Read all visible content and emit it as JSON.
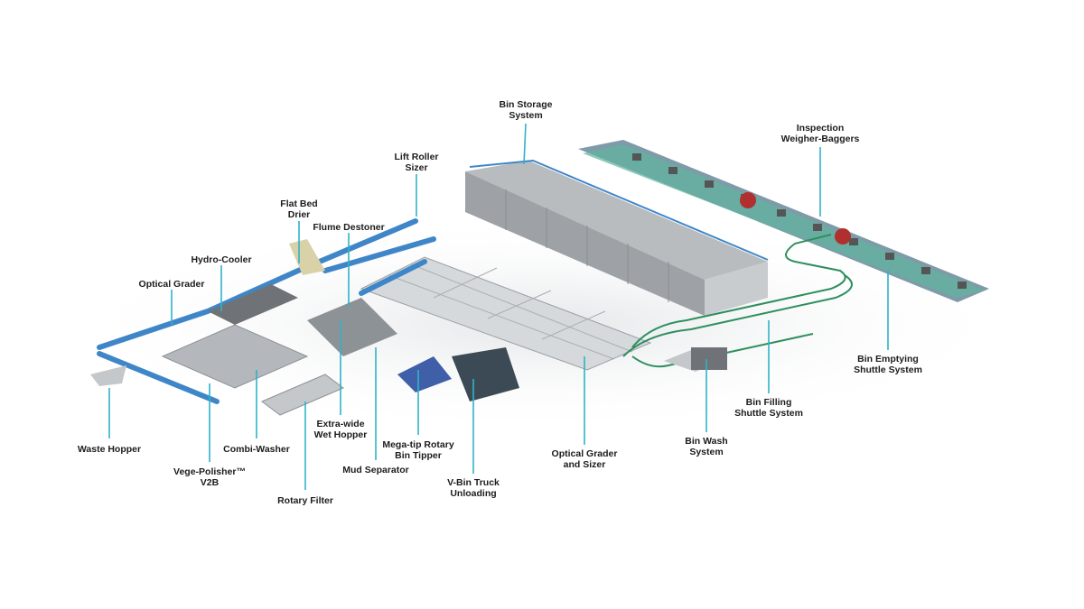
{
  "title": "Produce processing and packing plant layout",
  "colors": {
    "leader": "#2fb2c9",
    "conveyor": "#3f86c8",
    "rail": "#2e8f5e",
    "steel": "#9aa0a6"
  },
  "labels": {
    "bin_storage": [
      "Bin Storage",
      "System"
    ],
    "inspection": [
      "Inspection",
      "Weigher-Baggers"
    ],
    "lift_roller": [
      "Lift Roller",
      "Sizer"
    ],
    "flat_bed": [
      "Flat Bed",
      "Drier"
    ],
    "flume": [
      "Flume Destoner"
    ],
    "hydro": [
      "Hydro-Cooler"
    ],
    "optical_grader": [
      "Optical Grader"
    ],
    "waste_hopper": [
      "Waste Hopper"
    ],
    "vege_polisher": [
      "Vege-Polisher™",
      "V2B"
    ],
    "combi_washer": [
      "Combi-Washer"
    ],
    "rotary_filter": [
      "Rotary Filter"
    ],
    "wet_hopper": [
      "Extra-wide",
      "Wet Hopper"
    ],
    "mud_separator": [
      "Mud Separator"
    ],
    "bin_tipper": [
      "Mega-tip Rotary",
      "Bin Tipper"
    ],
    "vbin_truck": [
      "V-Bin Truck",
      "Unloading"
    ],
    "optical_sizer": [
      "Optical Grader",
      "and Sizer"
    ],
    "bin_wash": [
      "Bin Wash",
      "System"
    ],
    "bin_filling": [
      "Bin Filling",
      "Shuttle System"
    ],
    "bin_emptying": [
      "Bin Emptying",
      "Shuttle System"
    ]
  }
}
